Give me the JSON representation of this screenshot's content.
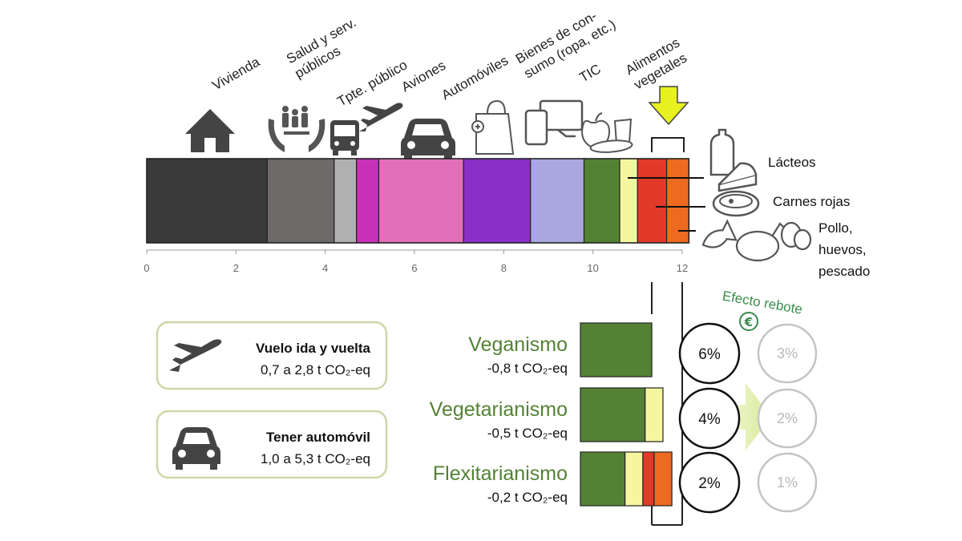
{
  "chart_data": {
    "type": "bar",
    "orientation": "horizontal-stacked",
    "xlim": [
      0,
      12
    ],
    "xticks": [
      "0",
      "2",
      "4",
      "6",
      "8",
      "10",
      "12"
    ],
    "segments": [
      {
        "label": "Vivienda",
        "value": 2.7,
        "color": "#3a3a3a",
        "icon": "house-icon"
      },
      {
        "label": "Salud y serv. públicos",
        "value": 1.5,
        "color": "#6e6a6a",
        "icon": "family-hands-icon"
      },
      {
        "label": "Tpte. público",
        "value": 0.5,
        "color": "#b0b0b0",
        "icon": "bus-icon"
      },
      {
        "label": "Aviones",
        "value": 0.5,
        "color": "#c830b8",
        "icon": "airplane-icon"
      },
      {
        "label": "Automóviles",
        "value": 1.9,
        "color": "#e070b8",
        "icon": "car-icon"
      },
      {
        "label": "Bienes de consumo (ropa, etc.)",
        "value": 1.5,
        "color": "#8a2fc8",
        "icon": "shopping-bag-icon"
      },
      {
        "label": "TIC",
        "value": 1.2,
        "color": "#aaa6e0",
        "icon": "devices-icon"
      },
      {
        "label": "Alimentos vegetales",
        "value": 0.8,
        "color": "#548235",
        "icon": "vegetables-icon"
      },
      {
        "label": "",
        "value": 0.4,
        "color": "#f6f6a0",
        "icon": ""
      },
      {
        "label": "",
        "value": 0.65,
        "color": "#e23a2a",
        "icon": ""
      },
      {
        "label": "",
        "value": 0.5,
        "color": "#ee6a20",
        "icon": ""
      }
    ],
    "top_labels": [
      {
        "lines": [
          "Vivienda"
        ]
      },
      {
        "lines": [
          "Salud y serv.",
          "públicos"
        ]
      },
      {
        "lines": [
          "Tpte. público"
        ]
      },
      {
        "lines": [
          "Aviones"
        ]
      },
      {
        "lines": [
          "Automóviles"
        ]
      },
      {
        "lines": [
          "Bienes de con-",
          "sumo (ropa, etc.)"
        ]
      },
      {
        "lines": [
          "TIC"
        ]
      },
      {
        "lines": [
          "Alimentos",
          "vegetales"
        ]
      }
    ],
    "side_labels": [
      {
        "lines": [
          "Lácteos"
        ],
        "icon": "dairy-icon"
      },
      {
        "lines": [
          "Carnes rojas"
        ],
        "icon": "red-meat-icon"
      },
      {
        "lines": [
          "Pollo,",
          "huevos,",
          "pescado"
        ],
        "icon": "fish-chicken-eggs-icon"
      }
    ],
    "diets": [
      {
        "name": "Veganismo",
        "value": "-0,8 t CO₂-eq",
        "bars": [
          {
            "value": 1.6,
            "color": "#548235"
          }
        ],
        "percent": "6%",
        "rebound": "3%"
      },
      {
        "name": "Vegetarianismo",
        "value": "-0,5 t CO₂-eq",
        "bars": [
          {
            "value": 1.45,
            "color": "#548235"
          },
          {
            "value": 0.4,
            "color": "#f6f6a0"
          }
        ],
        "percent": "4%",
        "rebound": "2%"
      },
      {
        "name": "Flexitarianismo",
        "value": "-0,2 t CO₂-eq",
        "bars": [
          {
            "value": 1.0,
            "color": "#548235"
          },
          {
            "value": 0.4,
            "color": "#f6f6a0"
          },
          {
            "value": 0.25,
            "color": "#e23a2a"
          },
          {
            "value": 0.4,
            "color": "#ee6a20"
          }
        ],
        "percent": "2%",
        "rebound": "1%"
      }
    ],
    "rebound_title": "Efecto rebote",
    "comparisons": [
      {
        "title": "Vuelo ida y vuelta",
        "value": "0,7 a 2,8 t CO₂-eq",
        "icon": "airplane-icon"
      },
      {
        "title": "Tener automóvil",
        "value": "1,0 a 5,3 t CO₂-eq",
        "icon": "car-icon"
      }
    ],
    "colors": {
      "accent_arrow": "#e8f020",
      "rebound_green": "#3a8a4a",
      "rebound_gray": "#b8b8b8",
      "box_border": "#cfd6a8"
    }
  }
}
